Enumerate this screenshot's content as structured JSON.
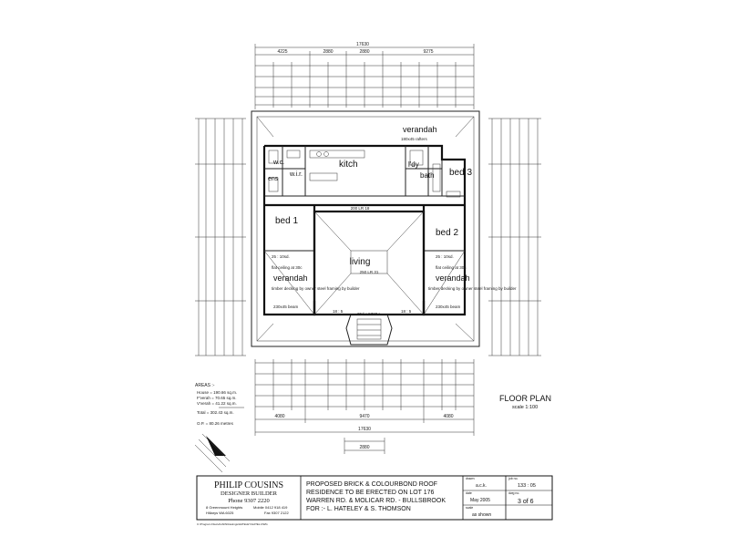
{
  "plan": {
    "rooms": {
      "bed1": "bed 1",
      "bed2": "bed 2",
      "bed3": "bed 3",
      "kitch": "kitch",
      "living": "living",
      "wc": "w.c.",
      "wir": "w.i.r.",
      "ens": "ens",
      "bath": "bath",
      "ldy": "l'dy",
      "verandah_top": "verandah",
      "verandah_left": "verandah",
      "verandah_right": "verandah"
    },
    "notes": {
      "overall_width": "17630",
      "top_dims": [
        "4225",
        "2880",
        "2880",
        "9275"
      ],
      "ceiling_note_left": "flat ceiling at 30c",
      "ceiling_note_right": "flat ceiling at 30c",
      "decking_left": "timber decking by owner steel framing by builder",
      "decking_right": "timber decking by owner steel framing by builder",
      "beam_left": "230x45 beam",
      "beam_right": "230x45 beam",
      "rafters_top": "180x45 rafters",
      "living_dims": "250 LR 31",
      "corridor": "200 LR 18",
      "bed1_ratio": "25 : 10sd.",
      "bed2_ratio": "25 : 10sd.",
      "bottom_ratio_left": "18 : 5",
      "bottom_ratio_right": "18 : 5",
      "entry_ratio": "25d x 5720 L"
    },
    "areas": {
      "heading": "AREAS :-",
      "house": "House = 190.66 sq.m.",
      "verandah": "F'verah = 70.65 sq.m.",
      "alfresco": "V'verah = 41.22 sq.m.",
      "total": "Total = 302.43 sq.m.",
      "perimeter": "O.P. = 80.26 metres"
    },
    "title": "FLOOR PLAN",
    "scale": "scale 1:100",
    "bottom_dims": [
      "4080",
      "9470",
      "4080"
    ],
    "overall_bottom": "17630",
    "porch_dims": [
      "2880"
    ]
  },
  "title_block": {
    "company": "PHILIP COUSINS",
    "role": "DESIGNER BUILDER",
    "phone": "Phone 9307 2220",
    "address1": "8 Greenmount Heights",
    "address2": "Hillarys WA 6025",
    "mobile": "Mobile 0412 918 419",
    "fax": "Fax 9307 2122",
    "project_line1": "PROPOSED BRICK & COLOURBOND ROOF",
    "project_line2": "RESIDENCE TO BE ERECTED ON LOT 176",
    "project_line3": "WARREN RD. & MOLICAR RD. - BULLSBROOK",
    "project_line4": "FOR :- L. HATELEY & S. THOMSON",
    "drawn_label": "drawn",
    "drawn_value": "a.c.k.",
    "date_label": "date",
    "date_value": "May 2005",
    "scale_label": "scale",
    "scale_value": "as shown",
    "job_label": "job no.",
    "job_value": "133 : 05",
    "sheet_label": "dwg no.",
    "sheet_value": "3 of 6"
  },
  "footer": "C:\\Program Files\\ACAD\\Drawings\\HATELEY\\HATEL.DWG"
}
